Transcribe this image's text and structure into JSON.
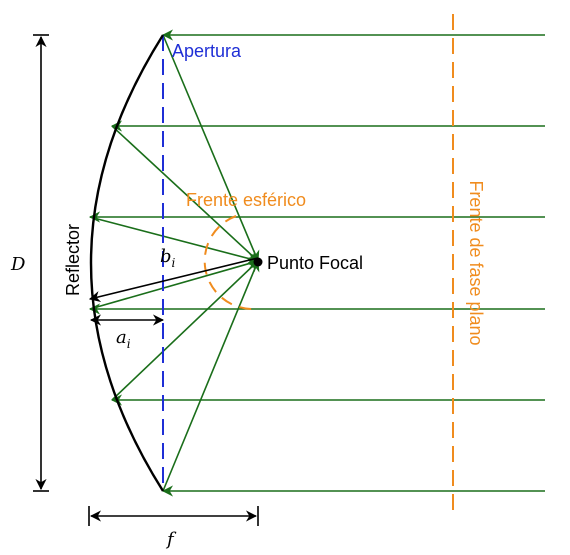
{
  "labels": {
    "aperture": "Apertura",
    "spherical_front": "Frente esférico",
    "focal_point": "Punto Focal",
    "reflector": "Reflector",
    "plane_front": "Frente de fase plano",
    "diameter": "D",
    "focal_length": "f",
    "a_i": "a",
    "a_i_sub": "i",
    "b_i": "b",
    "b_i_sub": "i"
  },
  "colors": {
    "ray": "#1a6e1a",
    "aperture": "#1f2fd6",
    "wavefront": "#f08c1e",
    "reflector": "#000000",
    "dimension": "#000000"
  }
}
